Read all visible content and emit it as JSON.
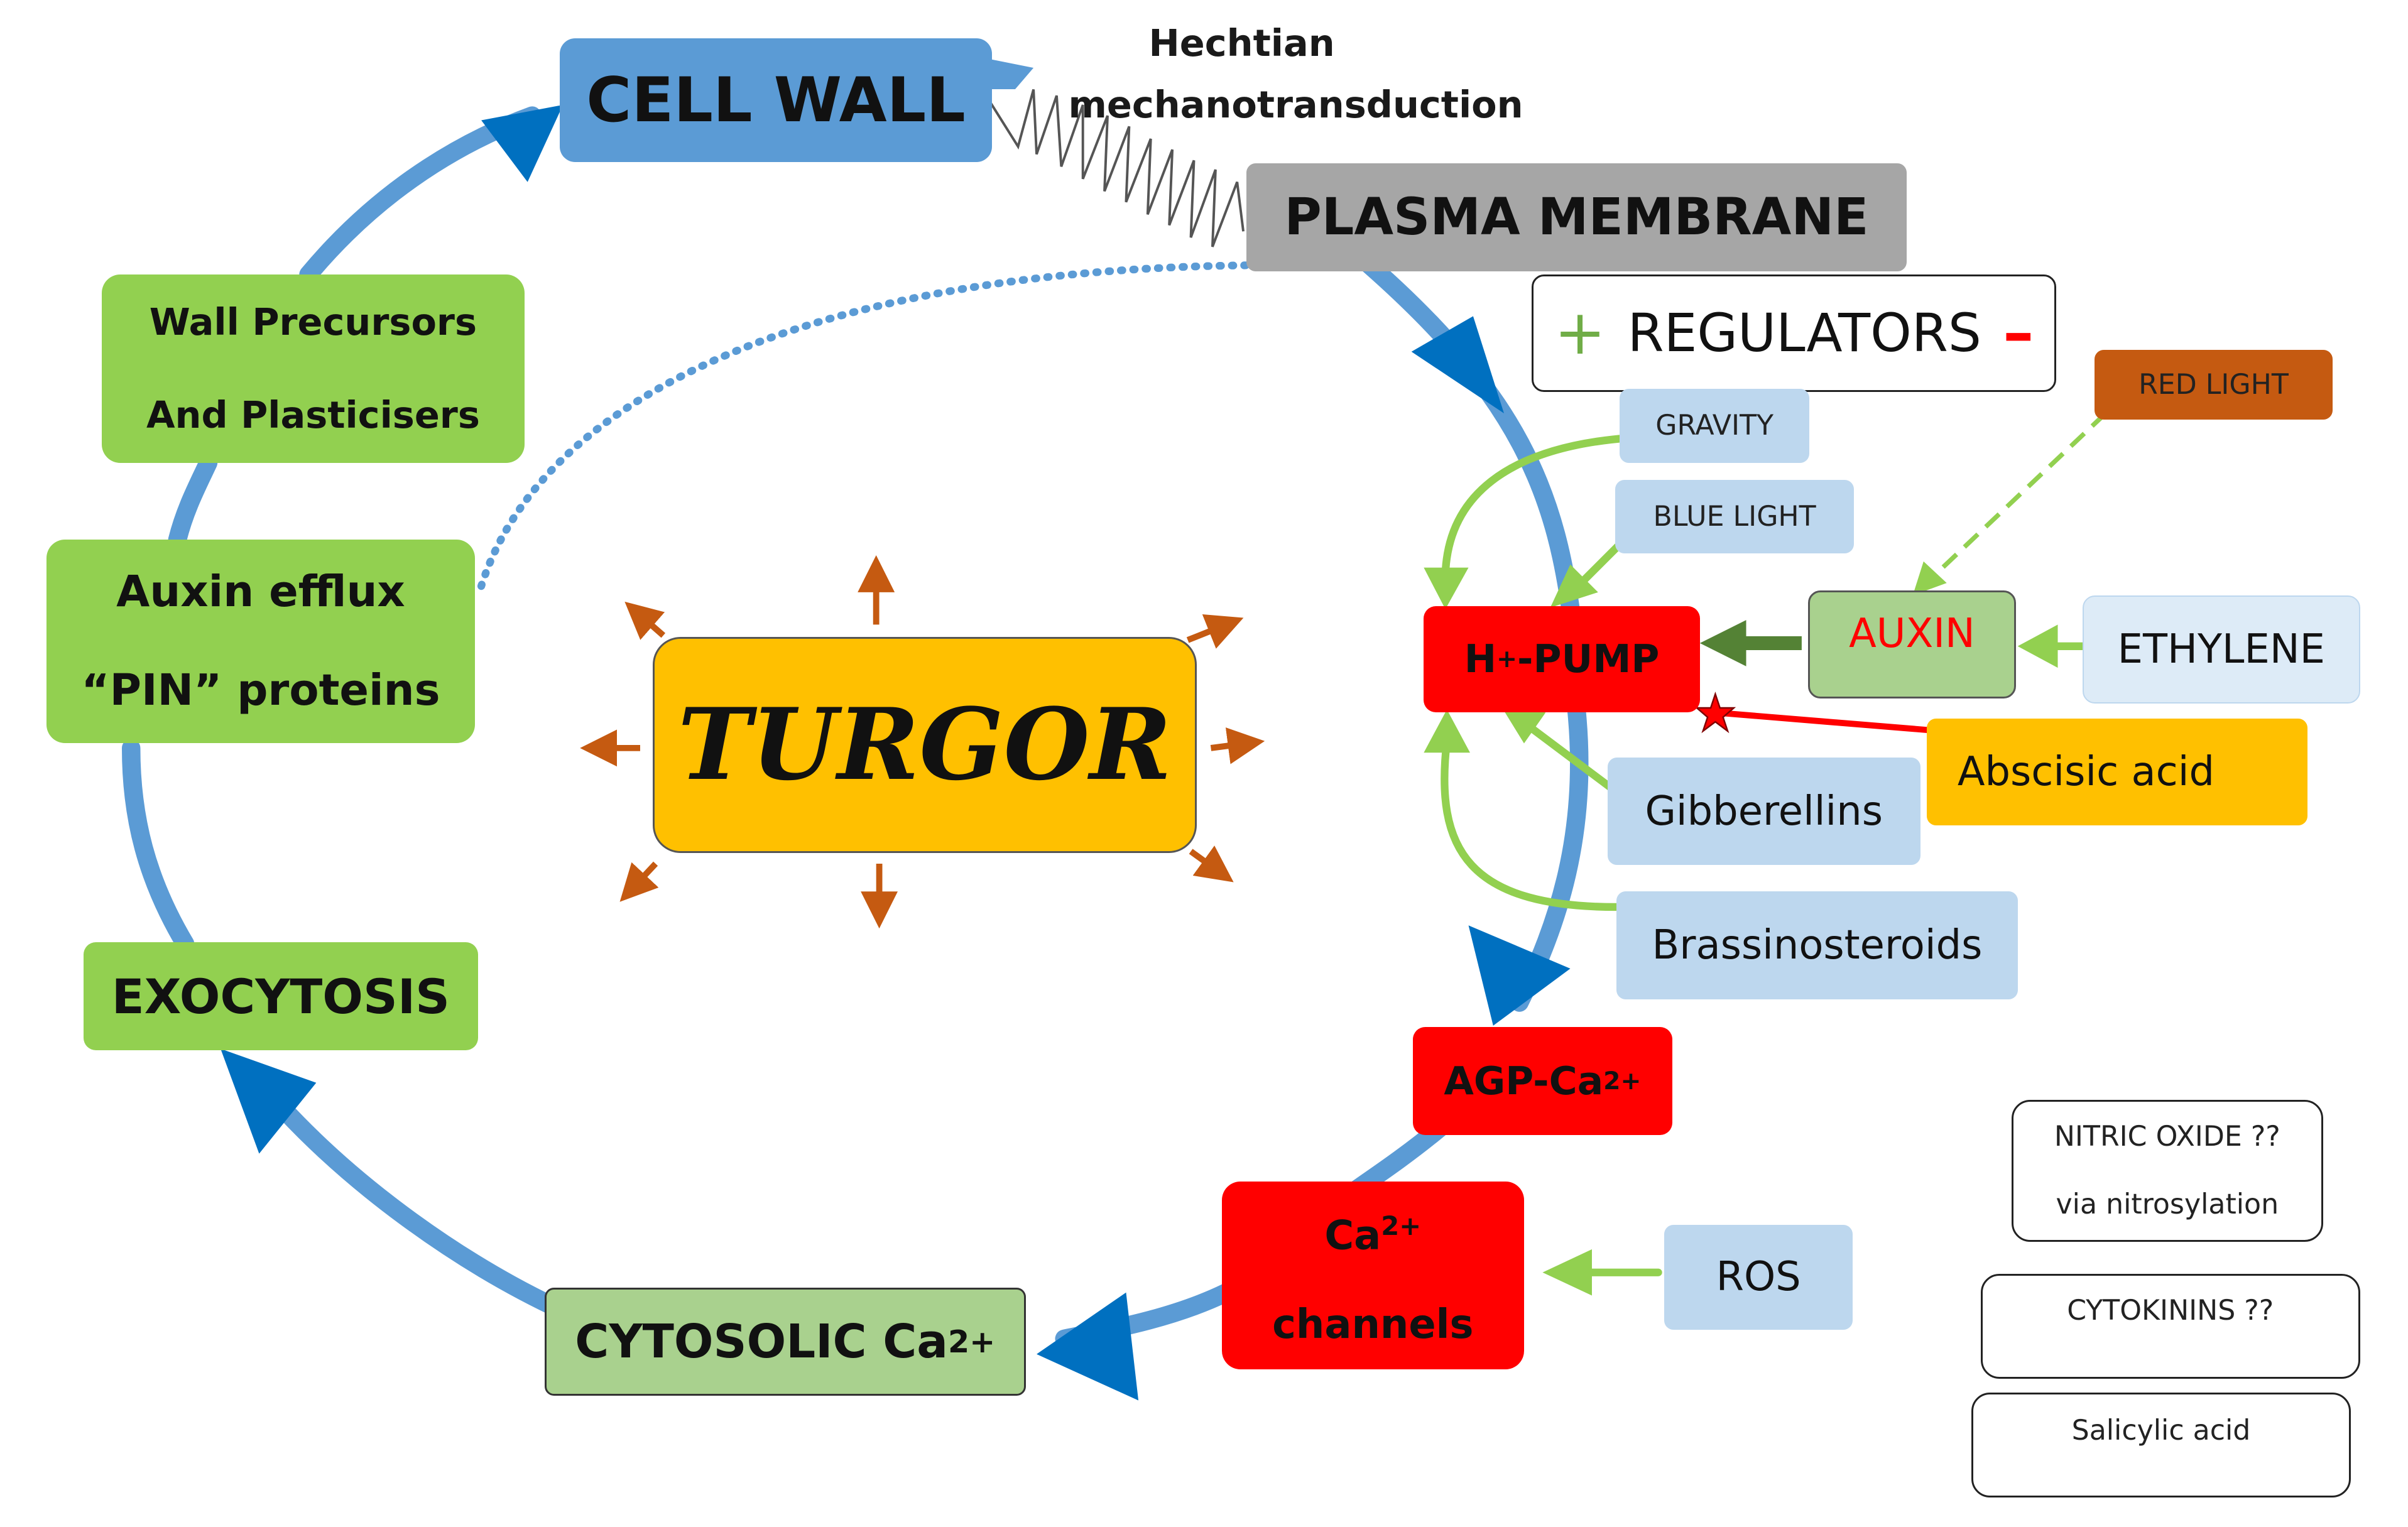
{
  "mechanotransduction": {
    "line1": "Hechtian",
    "line2": "mechanotransduction"
  },
  "cycle": {
    "cell_wall": "CELL WALL",
    "plasma_membrane": "PLASMA MEMBRANE",
    "wall_precursors": {
      "line1": "Wall Precursors",
      "line2": "And Plasticisers"
    },
    "auxin_efflux": {
      "line1": "Auxin efflux",
      "line2": "“PIN” proteins"
    },
    "exocytosis": "EXOCYTOSIS",
    "cytosolic": {
      "text": "CYTOSOLIC Ca",
      "sup": "2+"
    },
    "ca_channels": {
      "line1": "Ca",
      "sup": "2+",
      "line2": "channels"
    },
    "agp": {
      "text": "AGP-Ca",
      "sup": "2+"
    },
    "h_pump": {
      "pre": "H",
      "sup": "+",
      "post": "-PUMP"
    }
  },
  "turgor": "TURGOR",
  "regulators": {
    "plus": "+",
    "title": "REGULATORS",
    "minus": "–"
  },
  "factors": {
    "gravity": "GRAVITY",
    "blue_light": "BLUE LIGHT",
    "red_light": "RED LIGHT",
    "auxin": "AUXIN",
    "ethylene": "ETHYLENE",
    "abscisic_acid": "Abscisic acid",
    "gibberellins": "Gibberellins",
    "brassinosteroids": "Brassinosteroids",
    "ros": "ROS"
  },
  "uncertain": {
    "nitric_oxide": {
      "line1": "NITRIC OXIDE ??",
      "line2": "via nitrosylation"
    },
    "cytokinins": "CYTOKININS ??",
    "salicylic": "Salicylic acid"
  },
  "colors": {
    "cycle_blue": "#5b9bd5",
    "arrow_blue": "#0070c0",
    "green_box": "#92d050",
    "light_green": "#a9d18e",
    "light_blue": "#bdd7ee",
    "red": "#ff0000",
    "orange": "#c55a11",
    "turgor": "#ffc000",
    "gray": "#a6a6a6"
  }
}
